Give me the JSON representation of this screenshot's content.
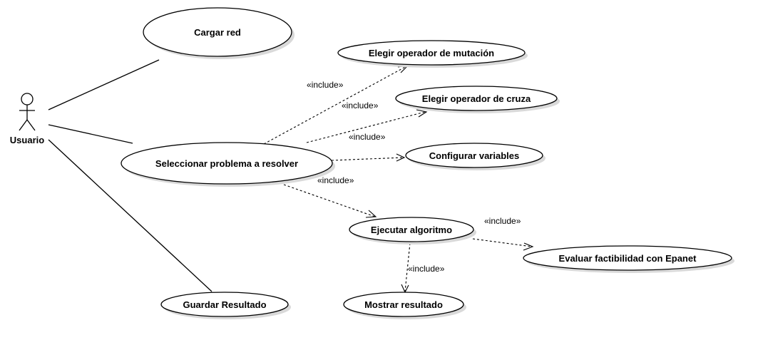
{
  "actor": {
    "name": "Usuario"
  },
  "use_cases": {
    "cargar_red": "Cargar red",
    "seleccionar_problema": "Seleccionar problema a resolver",
    "elegir_mutacion": "Elegir operador de mutación",
    "elegir_cruza": "Elegir operador de cruza",
    "configurar_variables": "Configurar variables",
    "ejecutar_algoritmo": "Ejecutar algoritmo",
    "evaluar_factibilidad": "Evaluar factibilidad con Epanet",
    "mostrar_resultado": "Mostrar resultado",
    "guardar_resultado": "Guardar Resultado"
  },
  "relations": {
    "include_label": "«include»"
  }
}
